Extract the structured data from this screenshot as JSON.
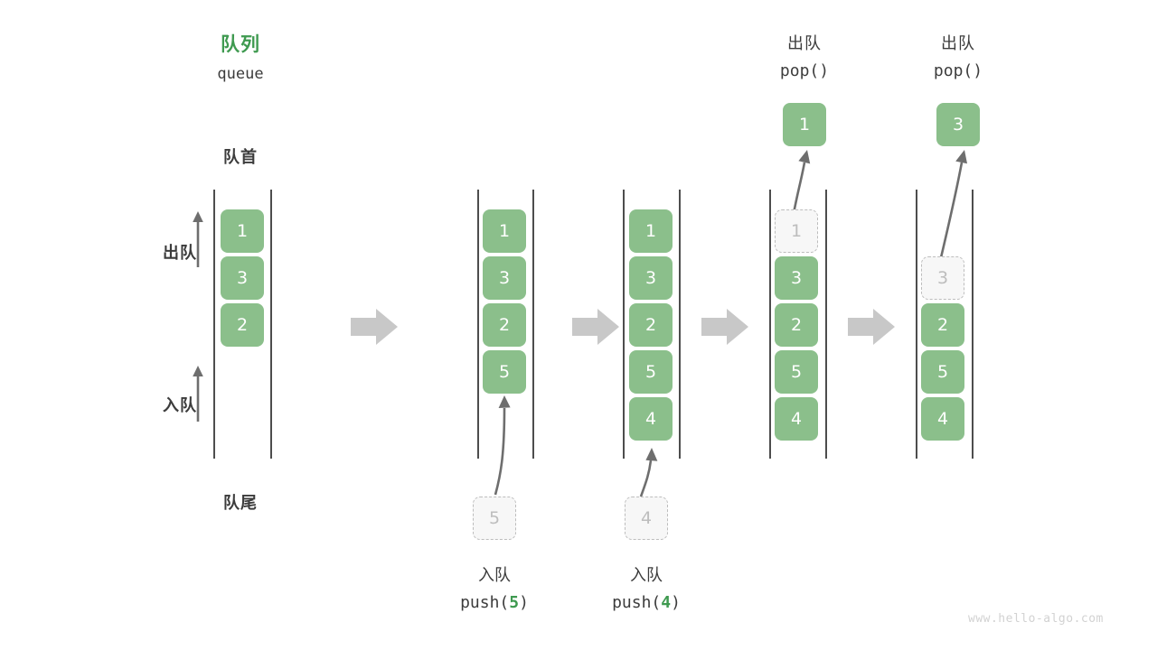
{
  "diagram": {
    "title_cn": "队列",
    "title_en": "queue",
    "front_label": "队首",
    "rear_label": "队尾",
    "dequeue_side_label": "出队",
    "enqueue_side_label": "入队",
    "watermark": "www.hello-algo.com",
    "accent_green": "#3f9a50",
    "cell_green": "#8bbf8b",
    "ghost_gray": "#bdbdbd",
    "arrow_gray": "#c8c8c8",
    "ink": "#3c3c3c"
  },
  "columns": [
    {
      "id": "initial",
      "cells": [
        "1",
        "3",
        "2"
      ],
      "ghost_slots": [],
      "top_caption_cn": "",
      "top_caption_code": "",
      "bottom_caption_cn": "",
      "bottom_caption_code": "",
      "incoming_value": "",
      "popped_value": ""
    },
    {
      "id": "push-5",
      "cells": [
        "1",
        "3",
        "2",
        "5"
      ],
      "ghost_slots": [],
      "top_caption_cn": "",
      "top_caption_code": "",
      "bottom_caption_cn": "入队",
      "bottom_caption_code": "push(5)",
      "bottom_caption_arg": "5",
      "incoming_value": "5",
      "popped_value": ""
    },
    {
      "id": "push-4",
      "cells": [
        "1",
        "3",
        "2",
        "5",
        "4"
      ],
      "ghost_slots": [],
      "top_caption_cn": "",
      "top_caption_code": "",
      "bottom_caption_cn": "入队",
      "bottom_caption_code": "push(4)",
      "bottom_caption_arg": "4",
      "incoming_value": "4",
      "popped_value": ""
    },
    {
      "id": "pop-1",
      "cells": [
        "3",
        "2",
        "5",
        "4"
      ],
      "ghost_slots": [
        {
          "slot": 0,
          "value": "1"
        }
      ],
      "top_caption_cn": "出队",
      "top_caption_code": "pop()",
      "bottom_caption_cn": "",
      "bottom_caption_code": "",
      "incoming_value": "",
      "popped_value": "1"
    },
    {
      "id": "pop-3",
      "cells": [
        "2",
        "5",
        "4"
      ],
      "ghost_slots": [
        {
          "slot": 1,
          "value": "3"
        }
      ],
      "top_caption_cn": "出队",
      "top_caption_code": "pop()",
      "bottom_caption_cn": "",
      "bottom_caption_code": "",
      "incoming_value": "",
      "popped_value": "3"
    }
  ],
  "chart_data": {
    "type": "diagram",
    "title": "队列 queue",
    "description": "Queue operations: push and pop on a vertical queue",
    "steps": [
      {
        "state": [
          "1",
          "3",
          "2"
        ],
        "operation": ""
      },
      {
        "state": [
          "1",
          "3",
          "2",
          "5"
        ],
        "operation": "push(5)"
      },
      {
        "state": [
          "1",
          "3",
          "2",
          "5",
          "4"
        ],
        "operation": "push(4)"
      },
      {
        "state": [
          "3",
          "2",
          "5",
          "4"
        ],
        "operation": "pop() -> 1"
      },
      {
        "state": [
          "2",
          "5",
          "4"
        ],
        "operation": "pop() -> 3"
      }
    ]
  }
}
